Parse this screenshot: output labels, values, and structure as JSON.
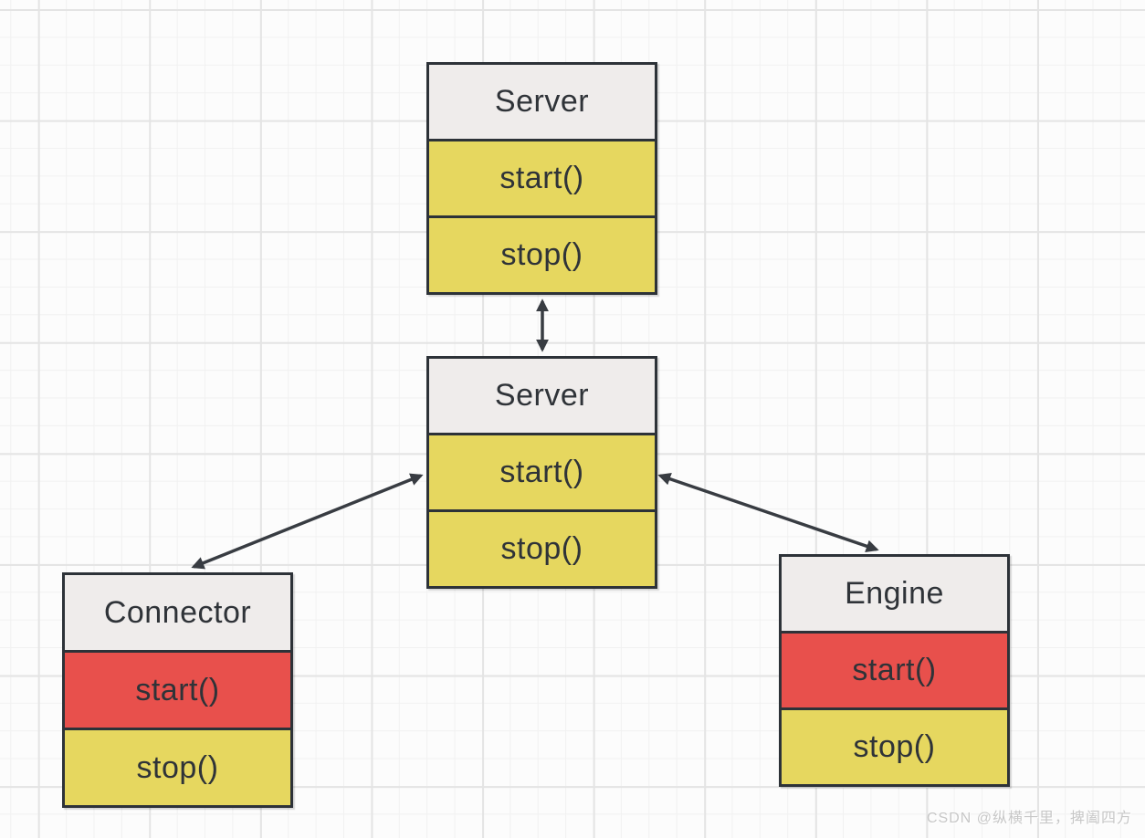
{
  "diagram": {
    "stroke_color": "#383c42",
    "border_color": "#2d3238",
    "boxes": [
      {
        "id": "server-top",
        "title": "Server",
        "header_color": "#efeceb",
        "methods": [
          {
            "label": "start()",
            "color": "#e6d75f"
          },
          {
            "label": "stop()",
            "color": "#e6d75f"
          }
        ]
      },
      {
        "id": "server-middle",
        "title": "Server",
        "header_color": "#efeceb",
        "methods": [
          {
            "label": "start()",
            "color": "#e6d75f"
          },
          {
            "label": "stop()",
            "color": "#e6d75f"
          }
        ]
      },
      {
        "id": "connector",
        "title": "Connector",
        "header_color": "#efeceb",
        "methods": [
          {
            "label": "start()",
            "color": "#e8504c"
          },
          {
            "label": "stop()",
            "color": "#e6d75f"
          }
        ]
      },
      {
        "id": "engine",
        "title": "Engine",
        "header_color": "#efeceb",
        "methods": [
          {
            "label": "start()",
            "color": "#e8504c"
          },
          {
            "label": "stop()",
            "color": "#e6d75f"
          }
        ]
      }
    ],
    "connectors": [
      {
        "from": "Server (top)",
        "to": "Server (middle)",
        "style": "double-headed-arrow"
      },
      {
        "from": "Server (middle)",
        "to": "Connector",
        "style": "double-headed-arrow"
      },
      {
        "from": "Server (middle)",
        "to": "Engine",
        "style": "double-headed-arrow"
      }
    ]
  },
  "watermark": {
    "text": "CSDN @纵横千里，捭阖四方",
    "color": "#c7c7c7"
  }
}
